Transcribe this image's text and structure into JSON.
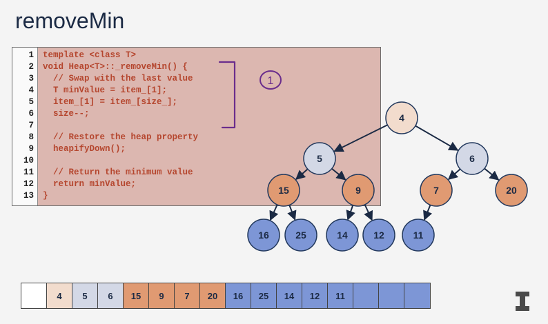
{
  "title": "removeMin",
  "code": {
    "lines": [
      "template <class T>",
      "void Heap<T>::_removeMin() {",
      "  // Swap with the last value",
      "  T minValue = item_[1];",
      "  item_[1] = item_[size_];",
      "  size--;",
      "",
      "  // Restore the heap property",
      "  heapifyDown();",
      "",
      "  // Return the minimum value",
      "  return minValue;",
      "}"
    ]
  },
  "annotation": "1",
  "tree": {
    "nodes": [
      {
        "id": "n4",
        "label": "4",
        "kind": "root"
      },
      {
        "id": "n5",
        "label": "5",
        "kind": "level1"
      },
      {
        "id": "n6",
        "label": "6",
        "kind": "level1"
      },
      {
        "id": "n15",
        "label": "15",
        "kind": "level2"
      },
      {
        "id": "n9",
        "label": "9",
        "kind": "level2"
      },
      {
        "id": "n7",
        "label": "7",
        "kind": "level2"
      },
      {
        "id": "n20",
        "label": "20",
        "kind": "level2"
      },
      {
        "id": "n16",
        "label": "16",
        "kind": "level3"
      },
      {
        "id": "n25",
        "label": "25",
        "kind": "level3"
      },
      {
        "id": "n14",
        "label": "14",
        "kind": "level3"
      },
      {
        "id": "n12",
        "label": "12",
        "kind": "level3"
      },
      {
        "id": "n11",
        "label": "11",
        "kind": "level3"
      }
    ],
    "edges": [
      [
        "n4",
        "n5"
      ],
      [
        "n4",
        "n6"
      ],
      [
        "n5",
        "n15"
      ],
      [
        "n5",
        "n9"
      ],
      [
        "n6",
        "n7"
      ],
      [
        "n6",
        "n20"
      ],
      [
        "n15",
        "n16"
      ],
      [
        "n15",
        "n25"
      ],
      [
        "n9",
        "n14"
      ],
      [
        "n9",
        "n12"
      ],
      [
        "n7",
        "n11"
      ]
    ]
  },
  "array": {
    "cells": [
      {
        "value": "",
        "kind": "empty"
      },
      {
        "value": "4",
        "kind": "root"
      },
      {
        "value": "5",
        "kind": "level1"
      },
      {
        "value": "6",
        "kind": "level1"
      },
      {
        "value": "15",
        "kind": "level2"
      },
      {
        "value": "9",
        "kind": "level2"
      },
      {
        "value": "7",
        "kind": "level2"
      },
      {
        "value": "20",
        "kind": "level2"
      },
      {
        "value": "16",
        "kind": "level3"
      },
      {
        "value": "25",
        "kind": "level3"
      },
      {
        "value": "14",
        "kind": "level3"
      },
      {
        "value": "12",
        "kind": "level3"
      },
      {
        "value": "11",
        "kind": "level3"
      },
      {
        "value": "",
        "kind": "level3"
      },
      {
        "value": "",
        "kind": "level3"
      },
      {
        "value": "",
        "kind": "level3"
      }
    ]
  },
  "colors": {
    "root": "#f2dccd",
    "level1": "#d3d8e6",
    "level2": "#e09a72",
    "level3": "#7d96d6",
    "empty": "#ffffff",
    "node_stroke": "#243a5e",
    "edge": "#1b2a44",
    "annotation": "#6a2d8c",
    "code_text": "#b5462e",
    "code_bg": "#dcb7b0"
  },
  "logo_icon": "illinois-i-icon"
}
